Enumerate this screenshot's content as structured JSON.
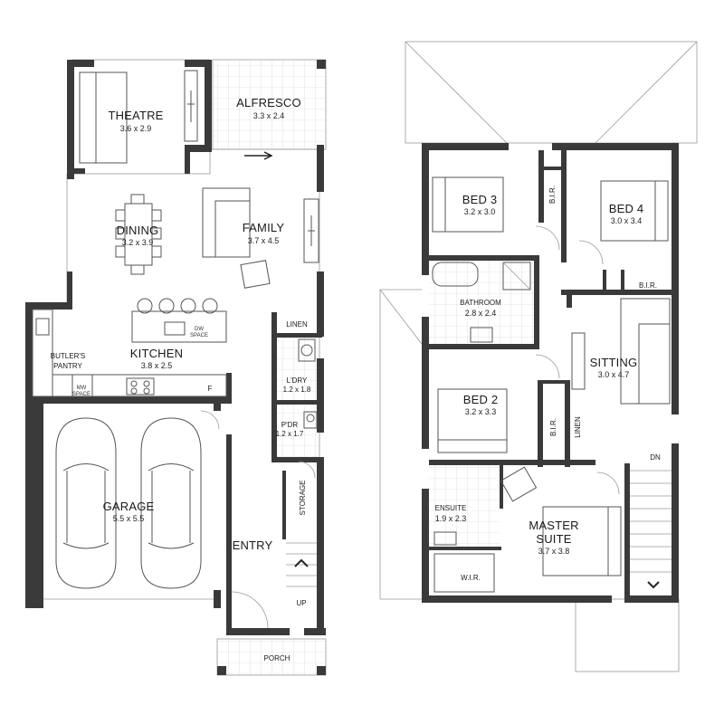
{
  "ground_floor": {
    "theatre": {
      "name": "THEATRE",
      "dims": "3.6 x 2.9"
    },
    "alfresco": {
      "name": "ALFRESCO",
      "dims": "3.3 x 2.4"
    },
    "dining": {
      "name": "DINING",
      "dims": "3.2 x 3.9"
    },
    "family": {
      "name": "FAMILY",
      "dims": "3.7 x 4.5"
    },
    "kitchen": {
      "name": "KITCHEN",
      "dims": "3.8 x 2.5"
    },
    "butlers_pantry": {
      "name_line1": "BUTLER'S",
      "name_line2": "PANTRY"
    },
    "mw_space": {
      "line1": "MW",
      "line2": "SPACE"
    },
    "dw_space": {
      "line1": "DW",
      "line2": "SPACE"
    },
    "fridge": "F",
    "linen": "LINEN",
    "laundry": {
      "name": "L'DRY",
      "dims": "1.2 x 1.8"
    },
    "powder": {
      "name": "P'DR",
      "dims": "1.2 x 1.7"
    },
    "storage": "STORAGE",
    "garage": {
      "name": "GARAGE",
      "dims": "5.5 x 5.5"
    },
    "entry": "ENTRY",
    "stairs_up": "UP",
    "porch": "PORCH"
  },
  "upper_floor": {
    "bed3": {
      "name": "BED 3",
      "dims": "3.2 x 3.0"
    },
    "bed4": {
      "name": "BED 4",
      "dims": "3.0 x 3.4"
    },
    "bir_bed3": "B.I.R.",
    "bir_bed4": "B.I.R.",
    "bathroom": {
      "name": "BATHROOM",
      "dims": "2.8 x 2.4"
    },
    "sitting": {
      "name": "SITTING",
      "dims": "3.0 x 4.7"
    },
    "bed2": {
      "name": "BED 2",
      "dims": "3.2 x 3.3"
    },
    "bir_bed2": "B.I.R.",
    "linen": "LINEN",
    "ensuite": {
      "name": "ENSUITE",
      "dims": "1.9 x 2.3"
    },
    "master_suite": {
      "name_line1": "MASTER",
      "name_line2": "SUITE",
      "dims": "3.7 x 3.8"
    },
    "wir": "W.I.R.",
    "stairs_down": "DN"
  },
  "colors": {
    "wall": "#3a3a3a",
    "line": "#555555",
    "background": "#ffffff"
  }
}
